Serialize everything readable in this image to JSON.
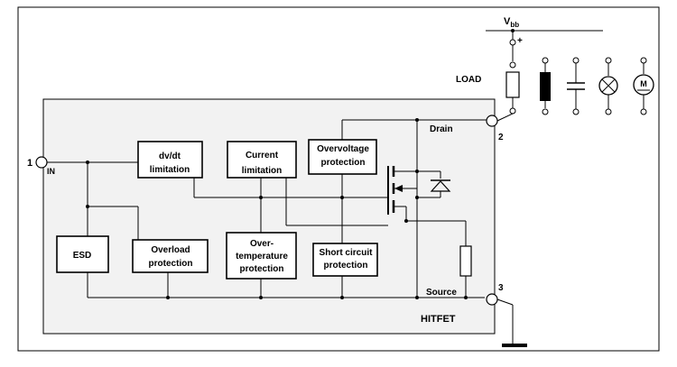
{
  "supply": {
    "label_main": "V",
    "label_sub": "bb",
    "plus": "+"
  },
  "load_label": "LOAD",
  "pins": {
    "pin1": "1",
    "pin1_name": "IN",
    "pin2": "2",
    "pin2_name": "Drain",
    "pin3": "3",
    "pin3_name": "Source"
  },
  "chip_label": "HITFET",
  "blocks": {
    "dvdt": [
      "dv/dt",
      "limitation"
    ],
    "current": [
      "Current",
      "limitation"
    ],
    "overvoltage": [
      "Overvoltage",
      "protection"
    ],
    "esd": [
      "ESD"
    ],
    "overload": [
      "Overload",
      "protection"
    ],
    "overtemp": [
      "Over-",
      "temperature",
      "protection"
    ],
    "shortcircuit": [
      "Short circuit",
      "protection"
    ]
  },
  "load_symbols": [
    "resistor-icon",
    "inductor-icon",
    "capacitor-icon",
    "lamp-icon",
    "motor-icon"
  ],
  "motor_letter": "M"
}
